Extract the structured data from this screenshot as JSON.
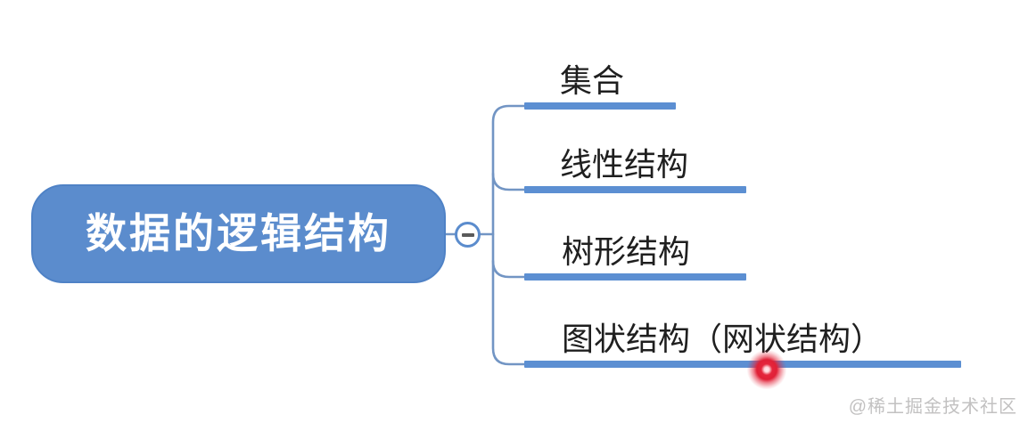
{
  "root": {
    "label": "数据的逻辑结构"
  },
  "collapse_button": {
    "state": "expanded",
    "symbol": "minus"
  },
  "branches": [
    {
      "label": "集合"
    },
    {
      "label": "线性结构"
    },
    {
      "label": "树形结构"
    },
    {
      "label": "图状结构（网状结构）"
    }
  ],
  "pointer": {
    "type": "laser-dot",
    "color": "#e02036"
  },
  "watermark": "@稀土掘金技术社区",
  "colors": {
    "node_fill": "#5b8ccd",
    "branch_line": "#5c8fd2",
    "connector_line": "#7295c4",
    "branch_text": "#1f1f1f",
    "root_text": "#ffffff",
    "watermark_text": "#c2c1c1",
    "background": "#ffffff"
  }
}
